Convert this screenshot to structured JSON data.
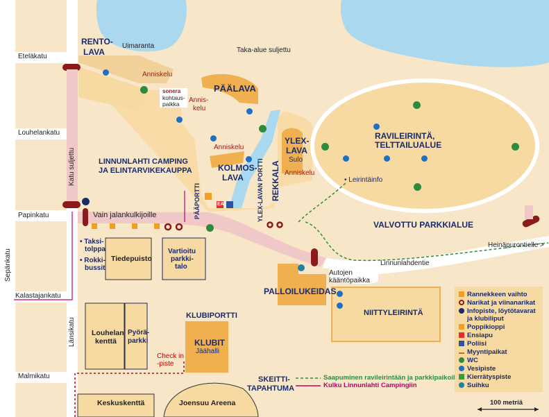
{
  "streets": {
    "etelakatu": "Eteläkatu",
    "louhelankatu": "Louhelankatu",
    "papinkatu": "Papinkatu",
    "sepankatu": "Sepänkatu",
    "kalastajankatu": "Kalastajankatu",
    "lansikatu": "Länsikatu",
    "malmikatu": "Malmikatu",
    "katu_suljettu": "Katu suljettu",
    "vain_jalankulkijoille": "Vain jalankulkijoille",
    "heinapurontielle": "Heinäpurontielle >",
    "linnunlahdentie": "Linnunlahdentie",
    "autojen_kaantopaikka": [
      "Autojen",
      "kääntöpaikka"
    ]
  },
  "venues": {
    "rentolava": [
      "RENTO-",
      "LAVA"
    ],
    "uimaranta": "Uimaranta",
    "taka_alue": "Taka-alue suljettu",
    "anniskelu": "Anniskelu",
    "anniskelu2": [
      "Annis-",
      "kelu"
    ],
    "paalava": "PÄÄLAVA",
    "sonera": "sonera",
    "kohtauspaikka": [
      "kohtaus-",
      "paikka"
    ],
    "camping": [
      "LINNUNLAHTI CAMPING",
      "JA ELINTARVIKEKAUPPA"
    ],
    "kolmoslava": [
      "KOLMOS-",
      "LAVA"
    ],
    "ylexlava": [
      "YLEX-",
      "LAVA"
    ],
    "sulo": "Sulo",
    "rekkala": "REKKALA",
    "ylex_portti": "YLEX-LAVAN PORTTI",
    "paaportti": "PÄÄPORTTI",
    "ravileirinta": [
      "RAVILEIRINTÄ,",
      "TELTTAILUALUE"
    ],
    "leirintainfo": "• Leirintäinfo",
    "valvottu_parkkialue": "VALVOTTU PARKKIALUE",
    "taksitolppa": [
      "• Taksi-",
      "tolppa"
    ],
    "rokkibussit": [
      "• Rokki-",
      "bussit"
    ],
    "tiedepuisto": "Tiedepuisto",
    "vartioitu": [
      "Vartioitu",
      "parkki-",
      "talo"
    ],
    "palloilukeidas": "PALLOILUKEIDAS",
    "niittyleirinta": "NIITTYLEIRINTÄ",
    "klubiportti": "KLUBIPORTTI",
    "klubit": "KLUBIT",
    "jaahalli": "Jäähalli",
    "louhelan_kentta": [
      "Louhelan",
      "kenttä"
    ],
    "pyoraparkki": [
      "Pyörä-",
      "parkki"
    ],
    "check_in": [
      "Check in",
      "-piste"
    ],
    "skeittitapahtuma": [
      "SKEITTI-",
      "TAPAHTUMA"
    ],
    "keskuskentta": "Keskuskenttä",
    "joensuu_areena": "Joensuu Areena",
    "ea": "EA"
  },
  "route_legend": {
    "saapuminen": "Saapuminen ravileirintään ja parkkipaikoille",
    "kulku": "Kulku Linnunlahti Campingiin"
  },
  "scale": "100 metriä",
  "legend": [
    {
      "label": "Rannekkeen vaihto",
      "icon": "wristband-exchange-icon",
      "color": "#f0a020"
    },
    {
      "label": "Narikat ja viinanarikat",
      "icon": "cloakroom-icon",
      "color": "#8b1a1a"
    },
    {
      "label": "Infopiste, löytötavarat",
      "icon": "info-icon",
      "color": "#1a2b6b"
    },
    {
      "label": "ja klubiliput",
      "icon": "",
      "color": ""
    },
    {
      "label": "Poppikioppi",
      "icon": "poppikioppi-icon",
      "color": "#f0a020"
    },
    {
      "label": "Ensiapu",
      "icon": "first-aid-icon",
      "color": "#e03030"
    },
    {
      "label": "Poliisi",
      "icon": "police-icon",
      "color": "#3050a0"
    },
    {
      "label": "Myyntipaikat",
      "icon": "sales-icon",
      "color": "#c07020"
    },
    {
      "label": "WC",
      "icon": "wc-icon",
      "color": "#2e8b3e"
    },
    {
      "label": "Vesipiste",
      "icon": "water-point-icon",
      "color": "#1e70c0"
    },
    {
      "label": "Kierrätyspiste",
      "icon": "recycling-icon",
      "color": "#3a9a3a"
    },
    {
      "label": "Suihku",
      "icon": "shower-icon",
      "color": "#2080a0"
    }
  ],
  "colors": {
    "water": "#a9d8ef",
    "festival_area": "#f7d9a2",
    "stage": "#f0b050",
    "pedestrian": "#f0c8c8",
    "closed_road": "#8b1a1a",
    "arrival_route": "#2e8b3e",
    "camping_route": "#c0006a"
  }
}
